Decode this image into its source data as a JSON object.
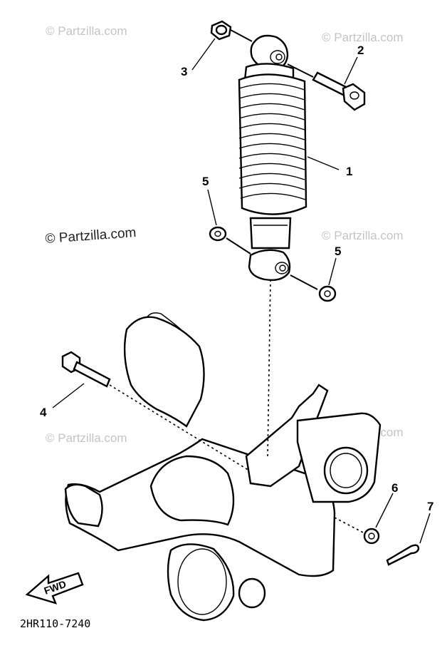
{
  "watermarks": {
    "top_left": "© Partzilla.com",
    "top_right": "© Partzilla.com",
    "mid_left": "© Partzilla.com",
    "mid_right": "© Partzilla.com",
    "low_left": "© Partzilla.com",
    "low_right": "© Partzilla.com"
  },
  "callouts": {
    "c1": "1",
    "c2": "2",
    "c3": "3",
    "c4": "4",
    "c5a": "5",
    "c5b": "5",
    "c6": "6",
    "c7": "7"
  },
  "fwd_label": "FWD",
  "reference_code": "2HR110-7240"
}
